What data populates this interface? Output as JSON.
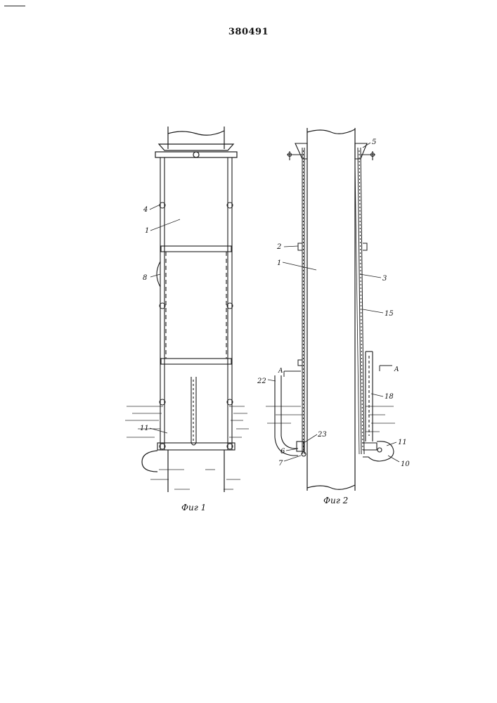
{
  "patent_number": "380491",
  "figure_captions": [
    "Фиг 1",
    "Фиг 2"
  ],
  "fig1_labels": [
    "4",
    "1",
    "8",
    "11"
  ],
  "fig2_labels": [
    "5",
    "2",
    "1",
    "3",
    "15",
    "22",
    "18",
    "23",
    "6",
    "7",
    "11",
    "10"
  ],
  "section_marks": [
    "A",
    "A"
  ]
}
